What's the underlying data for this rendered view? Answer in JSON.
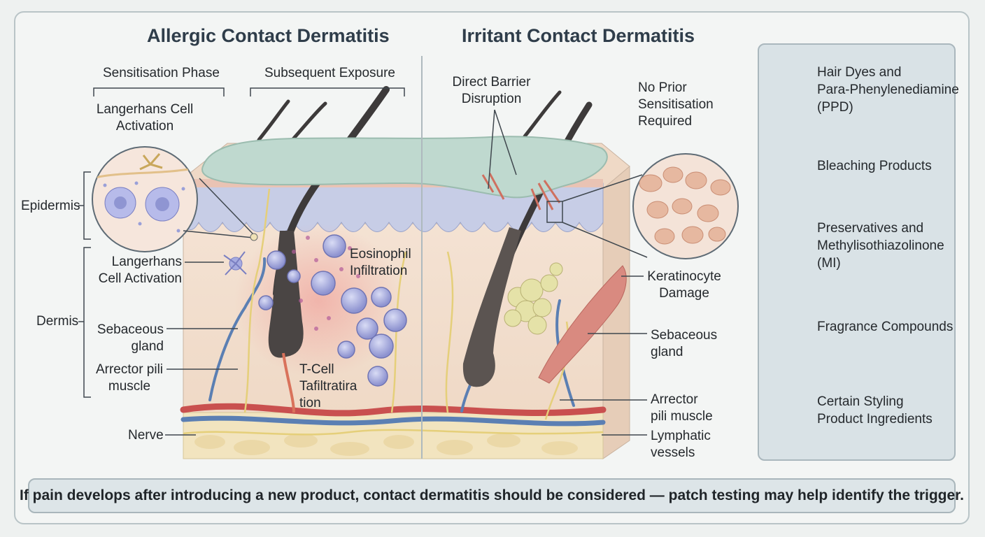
{
  "titles": {
    "allergic": "Allergic Contact Dermatitis",
    "irritant": "Irritant Contact Dermatitis"
  },
  "allergic": {
    "sensitisation_phase": "Sensitisation Phase",
    "subsequent_exposure": "Subsequent Exposure",
    "langerhans_top": "Langerhans Cell\nActivation",
    "epidermis": "Epidermis",
    "dermis": "Dermis",
    "langerhans_side": "Langerhans\nCell Activation",
    "sebaceous": "Sebaceous\ngland",
    "arrector": "Arrector pili\nmuscle",
    "nerve": "Nerve",
    "eosinophil": "Eosinophil\nInfiltration",
    "tcell": "T-Cell\nTafiltratira\ntion"
  },
  "irritant": {
    "direct_barrier": "Direct Barrier\nDisruption",
    "no_prior": "No Prior\nSensitisation\nRequired",
    "keratinocyte": "Keratinocyte\nDamage",
    "sebaceous": "Sebaceous\ngland",
    "arrector": "Arrector\npili muscle",
    "lymphatic": "Lymphatic\nvessels"
  },
  "triggers": [
    {
      "label": "Hair Dyes and\nPara-Phenylenediamine\n(PPD)",
      "icon": "dye-tube-icon"
    },
    {
      "label": "Bleaching Products",
      "icon": "bleach-bottle-icon"
    },
    {
      "label": "Preservatives and\nMethylisothiazolinone\n(MI)",
      "icon": "preservative-jar-icon"
    },
    {
      "label": "Fragrance Compounds",
      "icon": "perfume-bottle-icon"
    },
    {
      "label": "Certain Styling\nProduct Ingredients",
      "icon": "spray-can-icon"
    }
  ],
  "footer": "If pain develops after introducing a new product, contact dermatitis should be considered — patch testing may help identify the trigger.",
  "colors": {
    "epidermis": "#c7cde6",
    "dermis": "#f1dccb",
    "fat": "#f2e4bf",
    "artery": "#c9504f",
    "vein": "#5b7fb3",
    "cells": "#8f95d2",
    "crust": "#bfd9cf"
  }
}
